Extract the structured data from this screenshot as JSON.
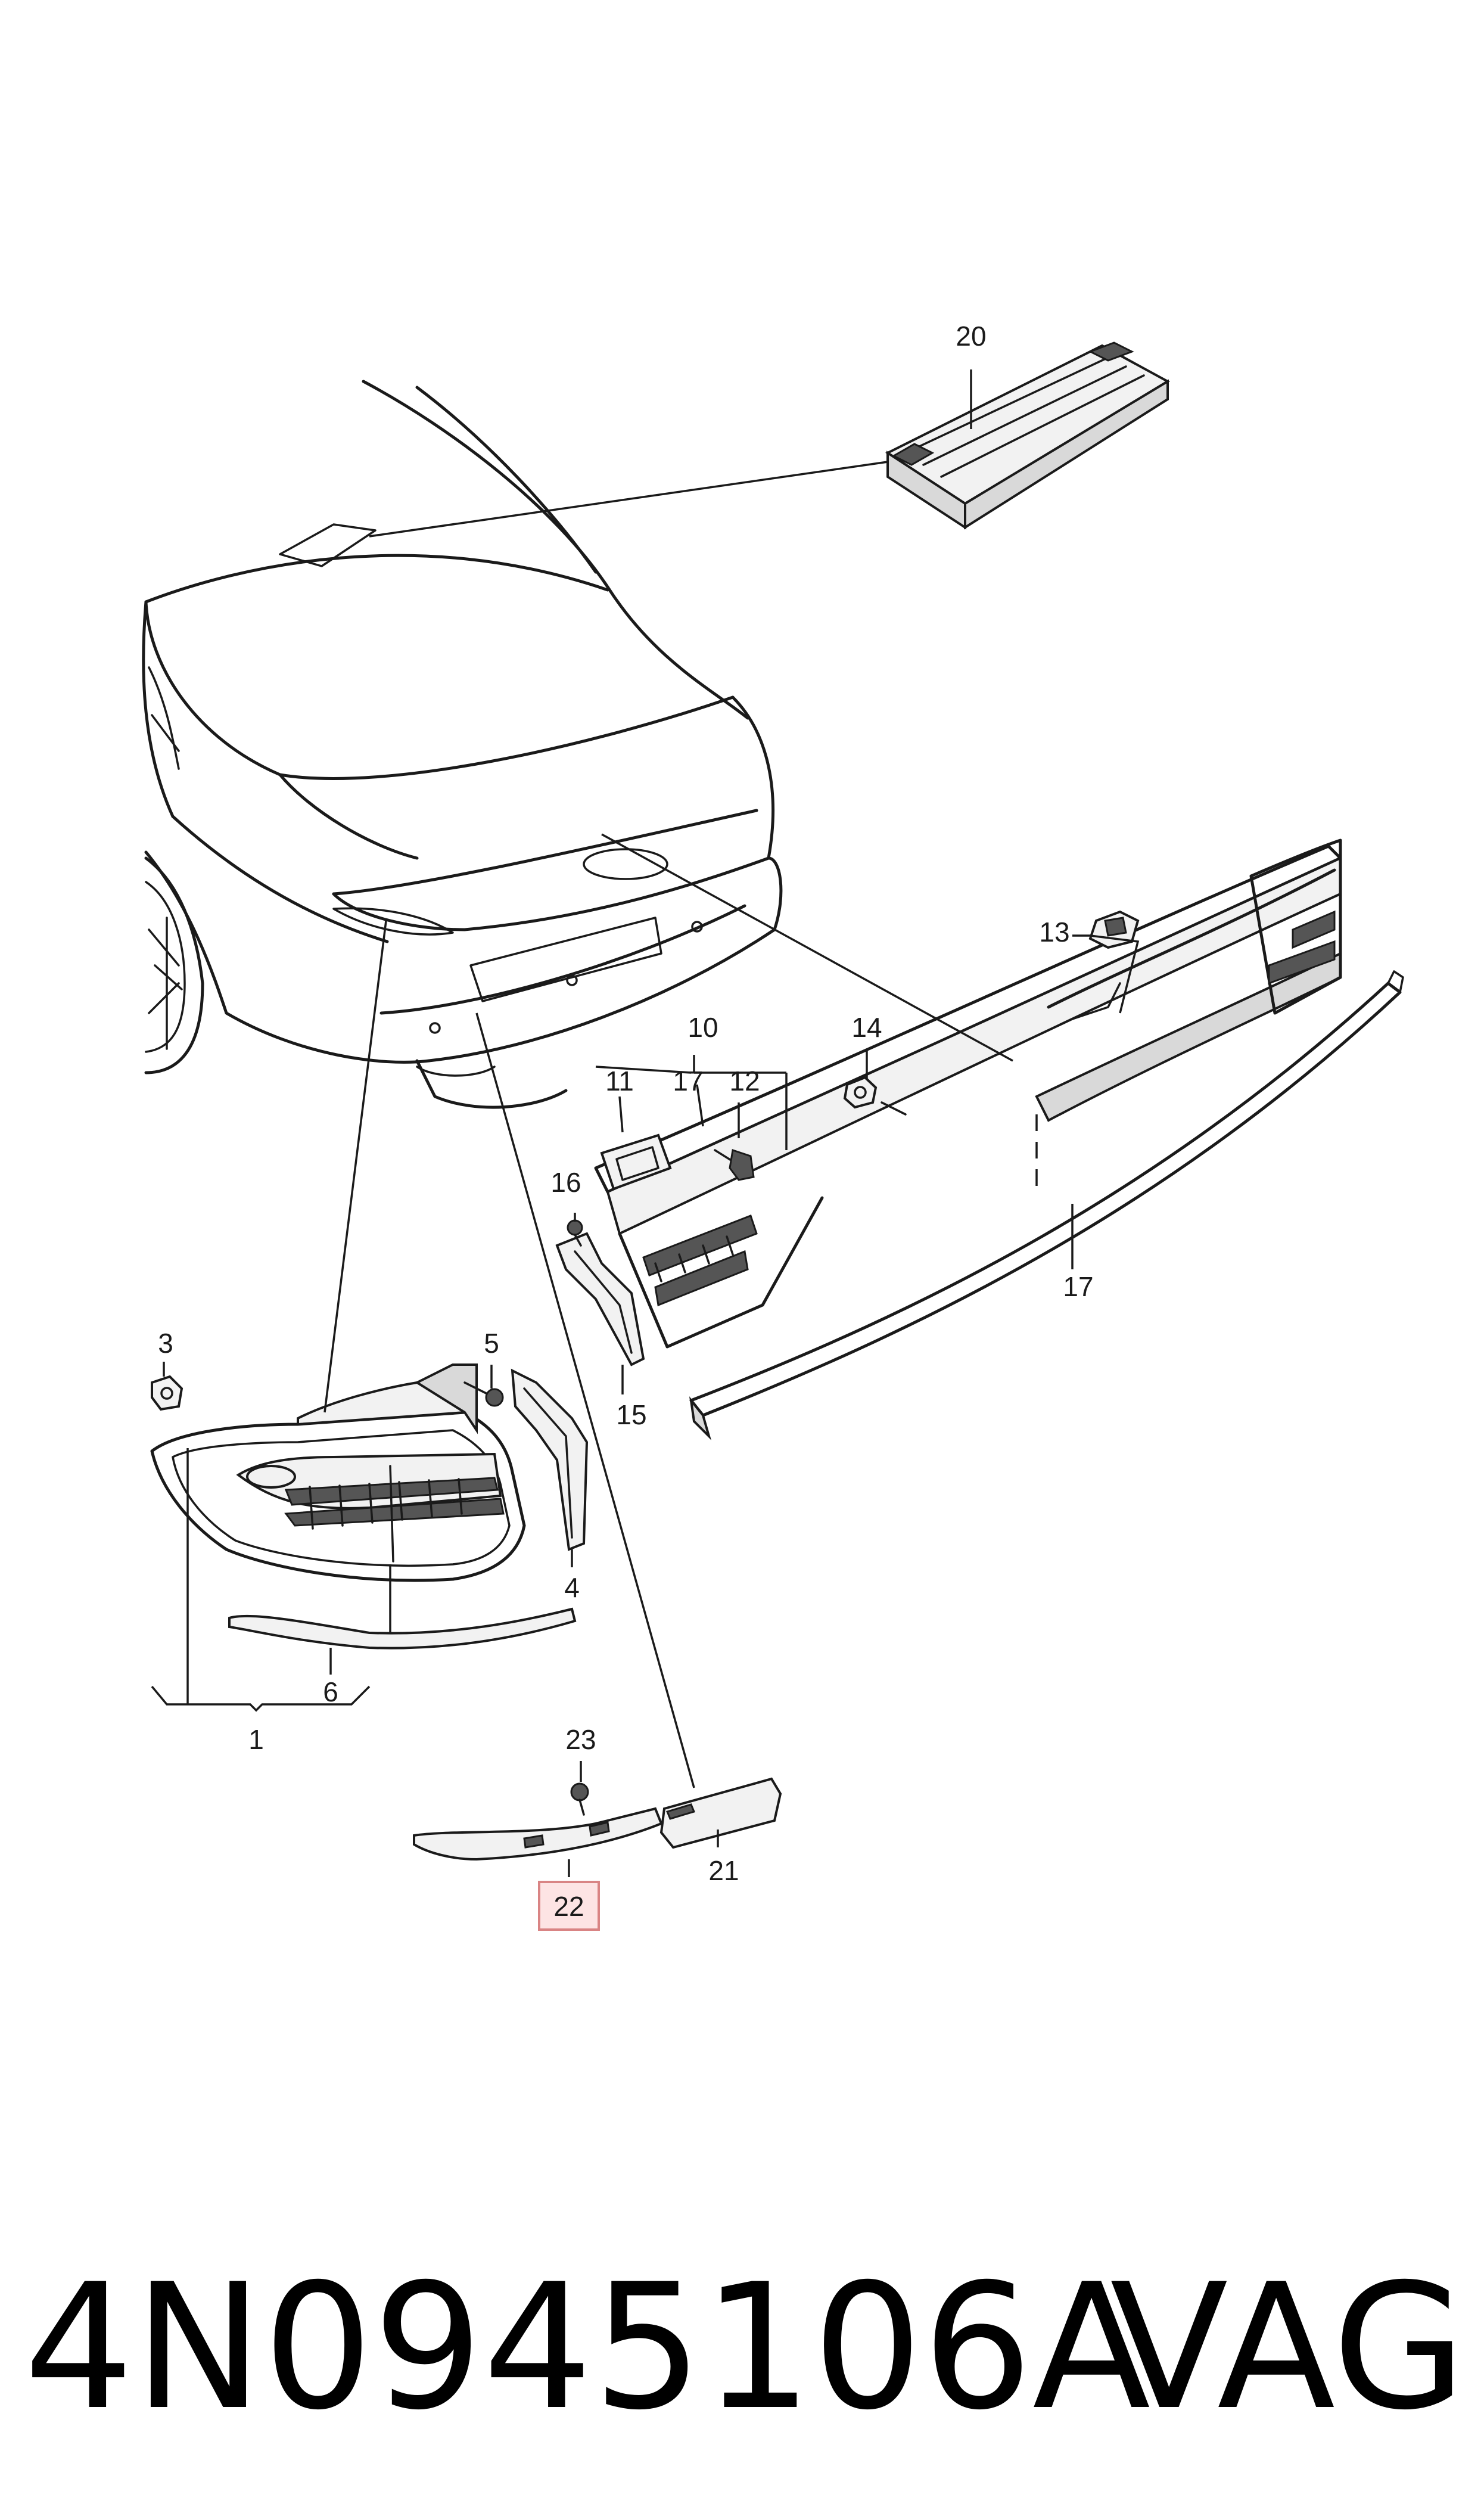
{
  "callouts": {
    "c1": "1",
    "c3": "3",
    "c4": "4",
    "c5": "5",
    "c6": "6",
    "c10": "10",
    "c11": "11",
    "c12": "12",
    "c13": "13",
    "c14": "14",
    "c15": "15",
    "c16": "16",
    "c17a": "17",
    "c17b": "17",
    "c20": "20",
    "c21": "21",
    "c22": "22",
    "c23": "23"
  },
  "highlighted_callout": "22",
  "colors": {
    "highlight_fill": "#fde4e4",
    "highlight_border": "#d98484",
    "line": "#1a1a1a"
  },
  "footer": {
    "part_number": "4N0945106A",
    "brand": "VAG"
  }
}
